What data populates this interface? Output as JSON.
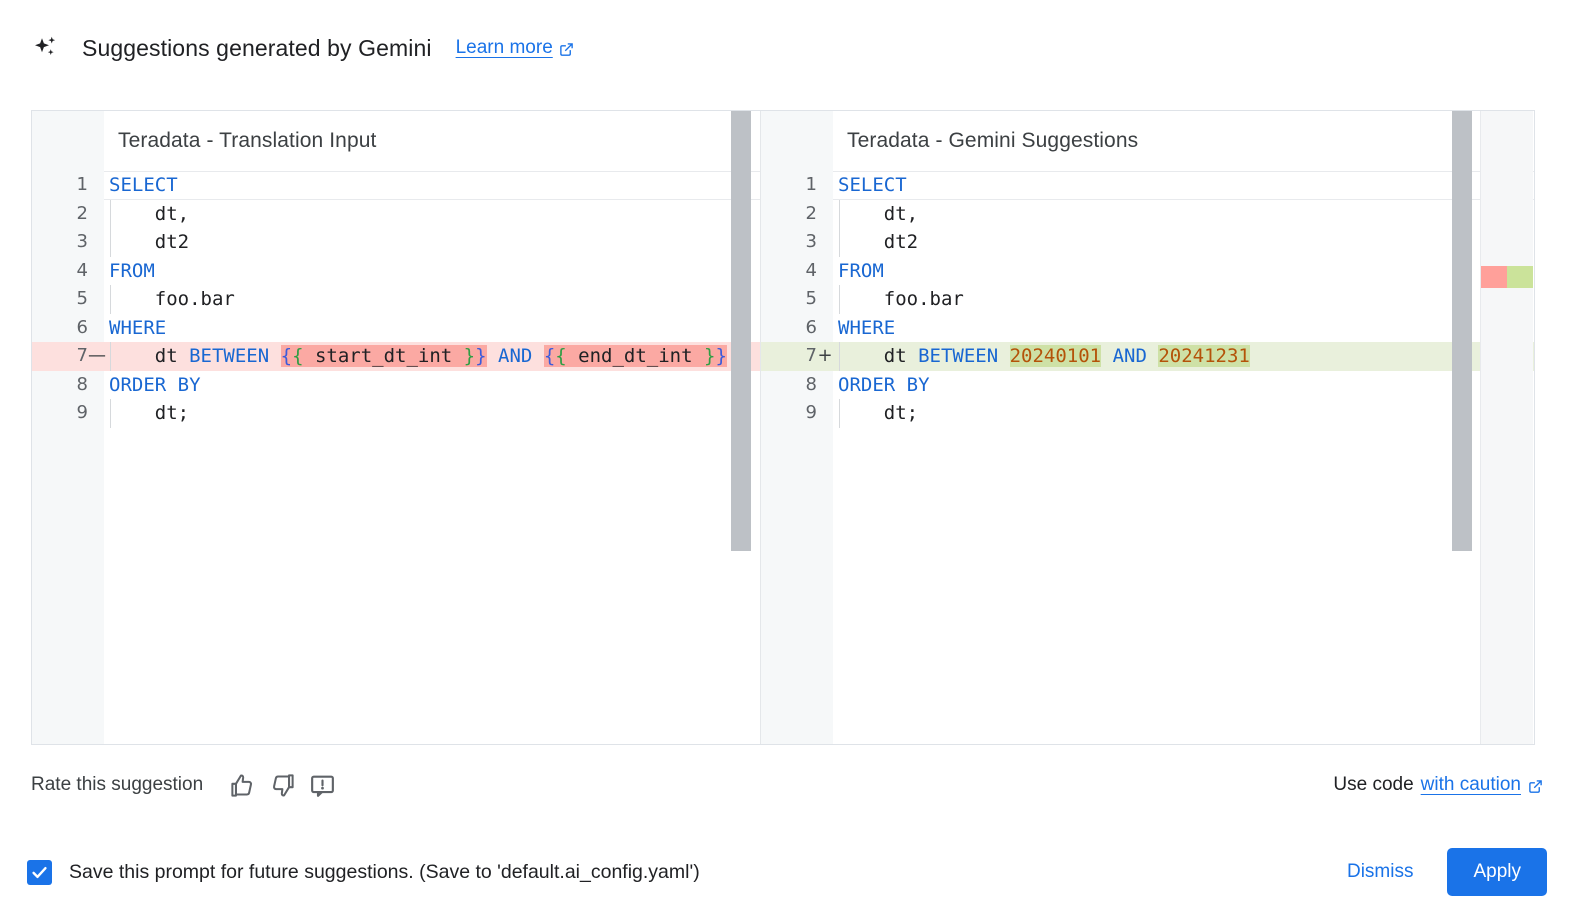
{
  "header": {
    "icon": "sparkle-icon",
    "title": "Suggestions generated by Gemini",
    "learn_more": "Learn more",
    "external_icon": "external-link-icon"
  },
  "colors": {
    "accent": "#1a73e8",
    "keyword": "#1967d2",
    "number": "#b45309",
    "deleted_line_bg": "#fde0de",
    "deleted_token_bg": "#fba9a3",
    "added_line_bg": "#e9f0dc",
    "added_token_bg": "#cee1a6",
    "ruler_deleted": "#ffa09a",
    "ruler_added": "#cbe39a"
  },
  "panes": {
    "left": {
      "title": "Teradata - Translation Input",
      "lines": [
        {
          "n": "1",
          "sign": "",
          "state": "cursor",
          "tokens": [
            {
              "t": "SELECT",
              "c": "kw"
            }
          ]
        },
        {
          "n": "2",
          "sign": "",
          "state": "",
          "tokens": [
            {
              "t": "    dt,",
              "c": "txt"
            }
          ]
        },
        {
          "n": "3",
          "sign": "",
          "state": "",
          "tokens": [
            {
              "t": "    dt2",
              "c": "txt"
            }
          ]
        },
        {
          "n": "4",
          "sign": "",
          "state": "",
          "tokens": [
            {
              "t": "FROM",
              "c": "kw"
            }
          ]
        },
        {
          "n": "5",
          "sign": "",
          "state": "",
          "tokens": [
            {
              "t": "    foo.bar",
              "c": "txt"
            }
          ]
        },
        {
          "n": "6",
          "sign": "",
          "state": "",
          "tokens": [
            {
              "t": "WHERE",
              "c": "kw"
            }
          ]
        },
        {
          "n": "7",
          "sign": "—",
          "state": "del",
          "tokens": [
            {
              "t": "    dt ",
              "c": "txt"
            },
            {
              "t": "BETWEEN",
              "c": "kw"
            },
            {
              "t": " ",
              "c": "txt"
            },
            {
              "t": "{",
              "c": "br1",
              "chg": "del"
            },
            {
              "t": "{",
              "c": "br2",
              "chg": "del"
            },
            {
              "t": " start_dt_int ",
              "c": "txt",
              "chg": "del"
            },
            {
              "t": "}",
              "c": "br2",
              "chg": "del"
            },
            {
              "t": "}",
              "c": "br1",
              "chg": "del"
            },
            {
              "t": " ",
              "c": "txt"
            },
            {
              "t": "AND",
              "c": "kw"
            },
            {
              "t": " ",
              "c": "txt"
            },
            {
              "t": "{",
              "c": "br1",
              "chg": "del"
            },
            {
              "t": "{",
              "c": "br2",
              "chg": "del"
            },
            {
              "t": " end_dt_int ",
              "c": "txt",
              "chg": "del"
            },
            {
              "t": "}",
              "c": "br2",
              "chg": "del"
            },
            {
              "t": "}",
              "c": "br1",
              "chg": "del"
            }
          ]
        },
        {
          "n": "8",
          "sign": "",
          "state": "",
          "tokens": [
            {
              "t": "ORDER BY",
              "c": "kw"
            }
          ]
        },
        {
          "n": "9",
          "sign": "",
          "state": "",
          "tokens": [
            {
              "t": "    dt;",
              "c": "txt"
            }
          ]
        }
      ]
    },
    "right": {
      "title": "Teradata - Gemini Suggestions",
      "lines": [
        {
          "n": "1",
          "sign": "",
          "state": "cursor",
          "tokens": [
            {
              "t": "SELECT",
              "c": "kw"
            }
          ]
        },
        {
          "n": "2",
          "sign": "",
          "state": "",
          "tokens": [
            {
              "t": "    dt,",
              "c": "txt"
            }
          ]
        },
        {
          "n": "3",
          "sign": "",
          "state": "",
          "tokens": [
            {
              "t": "    dt2",
              "c": "txt"
            }
          ]
        },
        {
          "n": "4",
          "sign": "",
          "state": "",
          "tokens": [
            {
              "t": "FROM",
              "c": "kw"
            }
          ]
        },
        {
          "n": "5",
          "sign": "",
          "state": "",
          "tokens": [
            {
              "t": "    foo.bar",
              "c": "txt"
            }
          ]
        },
        {
          "n": "6",
          "sign": "",
          "state": "",
          "tokens": [
            {
              "t": "WHERE",
              "c": "kw"
            }
          ]
        },
        {
          "n": "7",
          "sign": "+",
          "state": "add",
          "tokens": [
            {
              "t": "    dt ",
              "c": "txt"
            },
            {
              "t": "BETWEEN",
              "c": "kw"
            },
            {
              "t": " ",
              "c": "txt"
            },
            {
              "t": "20240101",
              "c": "num",
              "chg": "add"
            },
            {
              "t": " ",
              "c": "txt"
            },
            {
              "t": "AND",
              "c": "kw"
            },
            {
              "t": " ",
              "c": "txt"
            },
            {
              "t": "20241231",
              "c": "num",
              "chg": "add"
            }
          ]
        },
        {
          "n": "8",
          "sign": "",
          "state": "",
          "tokens": [
            {
              "t": "ORDER BY",
              "c": "kw"
            }
          ]
        },
        {
          "n": "9",
          "sign": "",
          "state": "",
          "tokens": [
            {
              "t": "    dt;",
              "c": "txt"
            }
          ]
        }
      ]
    }
  },
  "rate": {
    "label": "Rate this suggestion",
    "thumb_up_icon": "thumb-up-icon",
    "thumb_down_icon": "thumb-down-icon",
    "report_icon": "report-feedback-icon",
    "use_code_prefix": "Use code",
    "caution_link": "with caution",
    "caution_external_icon": "external-link-icon"
  },
  "footer": {
    "checkbox_checked": true,
    "checkbox_label": "Save this prompt for future suggestions. (Save to 'default.ai_config.yaml')",
    "dismiss_label": "Dismiss",
    "apply_label": "Apply"
  }
}
